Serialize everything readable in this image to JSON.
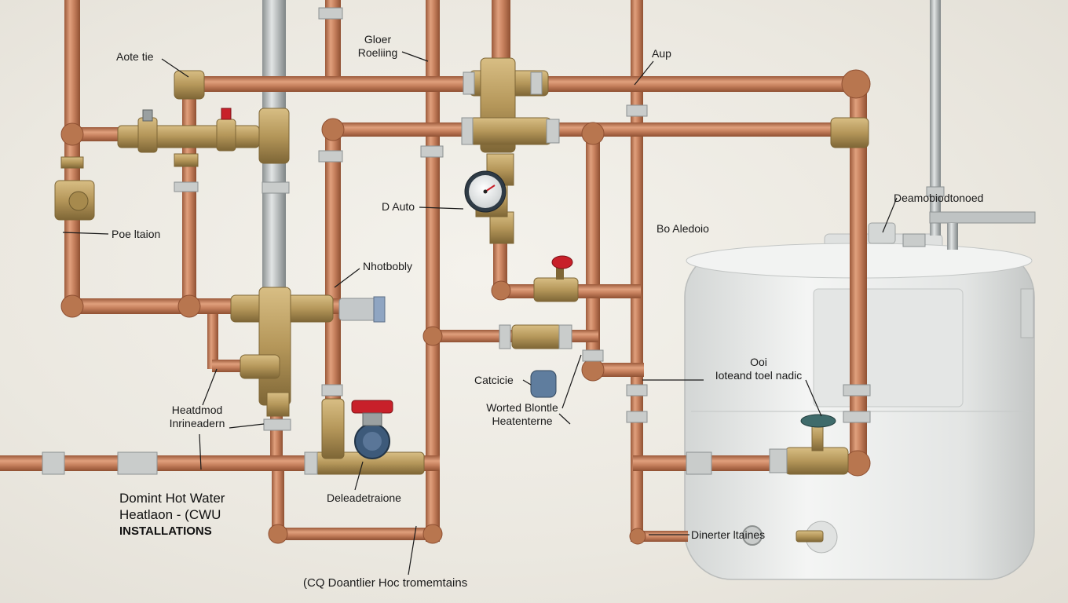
{
  "labels": {
    "aote_tie": "Aote tie",
    "gloer_line1": "Gloer",
    "gloer_line2": "Roeliing",
    "aup": "Aup",
    "poe_ltaion": "Poe ltaion",
    "d_auto": "D Auto",
    "bo_aledoio": "Bo Aledoio",
    "top_right": "Deamobiodtonoed",
    "nhotbobly": "Nhotbobly",
    "heatdmd_line1": "Heatdmod",
    "heatdmd_line2": "Inrineadern",
    "catcicie": "Catcicie",
    "worted_line1": "Worted Blontle",
    "worted_line2": "Heatenterne",
    "ooi_line1": "Ooi",
    "ooi_line2": "Ioteand toel nadic",
    "deleadetraione": "Deleadetraione",
    "dinertler": "Dinerter ltaines",
    "bottom": "(CQ Doantlier Hoc tromemtains"
  },
  "title": {
    "line1": "Domint Hot Water",
    "line2": "Heatlaon - (CWU",
    "line3": "INSTALLATIONS"
  },
  "colors": {
    "wall": "#ece9e1",
    "copper": "#c8825f",
    "copper_dark": "#9c5a3b",
    "brass": "#b5975a",
    "steel": "#b8bcbd",
    "tank": "#e9ebea",
    "valve_red": "#c8202a",
    "gauge_blue": "#3d5a7a"
  }
}
